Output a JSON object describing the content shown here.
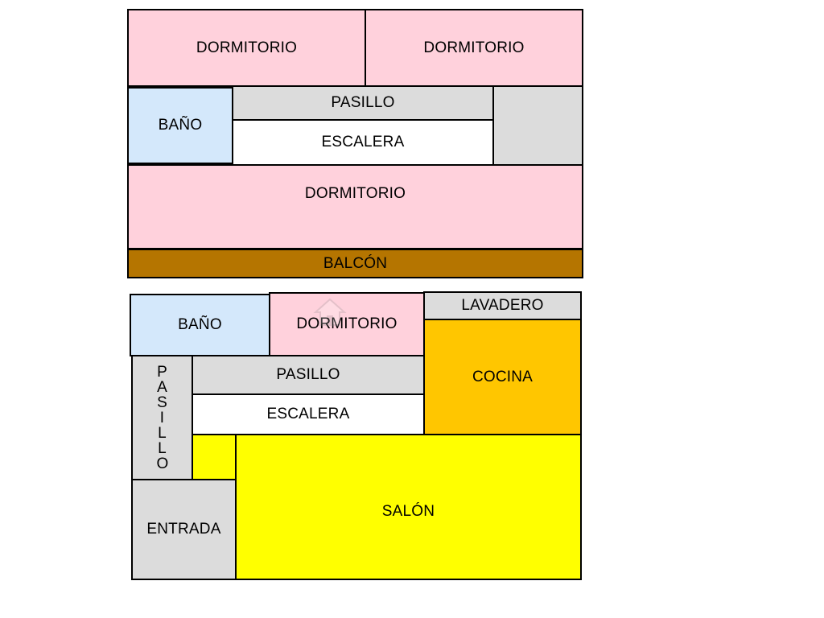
{
  "colors": {
    "dormitorio": "#ffd1dc",
    "bano": "#d4e8fb",
    "pasillo": "#dcdcdc",
    "escalera": "#ffffff",
    "balcon": "#b57500",
    "cocina": "#ffc600",
    "salon": "#ffff00",
    "entrada": "#dcdcdc",
    "lavadero": "#dcdcdc",
    "border": "#000000"
  },
  "upper_floor": {
    "dormitorio_1": "DORMITORIO",
    "dormitorio_2": "DORMITORIO",
    "bano": "BAÑO",
    "pasillo": "PASILLO",
    "escalera": "ESCALERA",
    "closet": "",
    "dormitorio_3": "DORMITORIO",
    "balcon": "BALCÓN"
  },
  "lower_floor": {
    "bano": "BAÑO",
    "dormitorio": "DORMITORIO",
    "lavadero": "LAVADERO",
    "cocina": "COCINA",
    "pasillo_vertical": "PASILLO",
    "pasillo": "PASILLO",
    "escalera": "ESCALERA",
    "salon_nook": "",
    "salon": "SALÓN",
    "entrada": "ENTRADA"
  },
  "watermark": {
    "icon": "house-logo-icon"
  }
}
